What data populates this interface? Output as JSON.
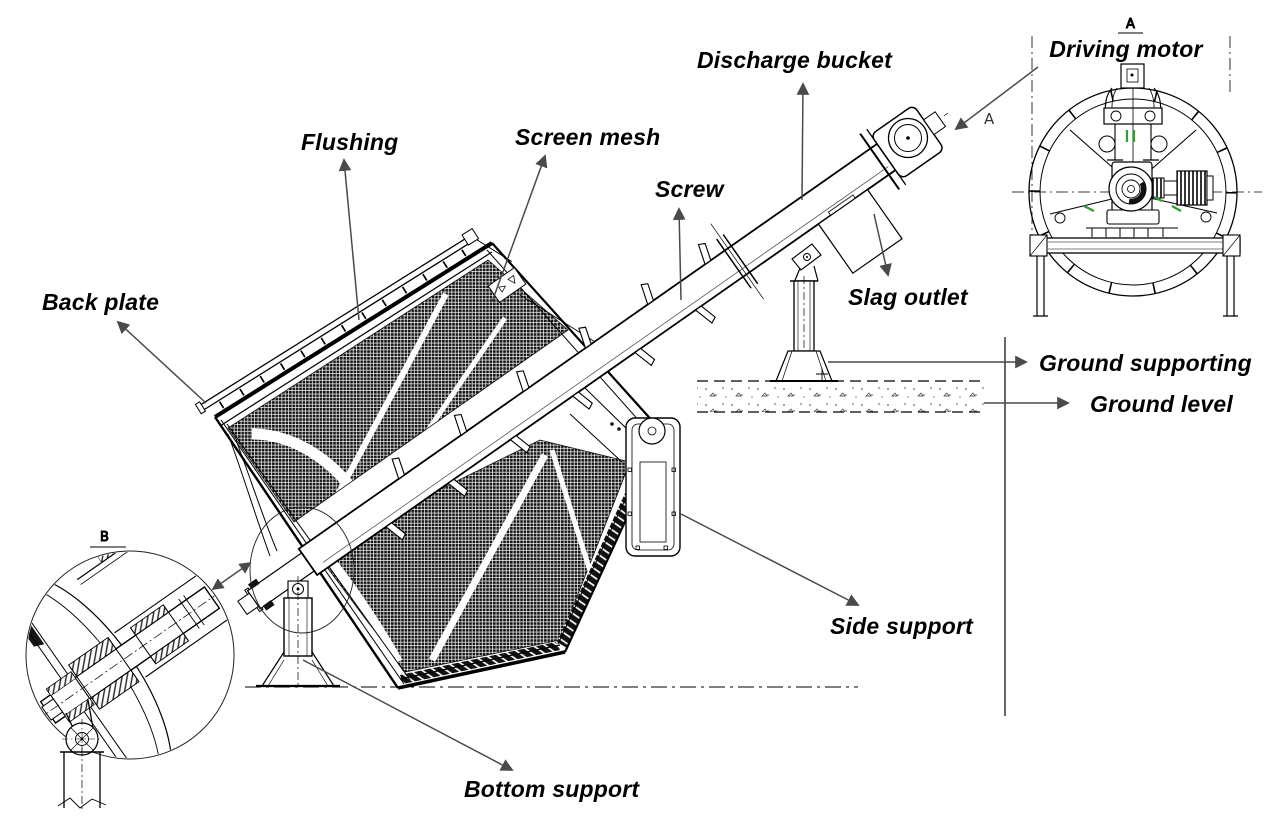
{
  "diagram": {
    "type": "technical-drawing",
    "subject": "rotary drum screen machine side view with section A and detail B",
    "labels": {
      "discharge_bucket": "Discharge bucket",
      "driving_motor": "Driving motor",
      "flushing": "Flushing",
      "screen_mesh": "Screen mesh",
      "screw": "Screw",
      "slag_outlet": "Slag outlet",
      "back_plate": "Back plate",
      "ground_supporting": "Ground supporting",
      "ground_level": "Ground level",
      "side_support": "Side support",
      "bottom_support": "Bottom support"
    },
    "view_markers": {
      "section_a": "A",
      "detail_b": "B",
      "arrow_a": "A"
    },
    "colors": {
      "line": "#000000",
      "leader": "#4a4a4a",
      "accent_green": "#2f9e2f",
      "mesh_dark": "#161616",
      "background": "#ffffff"
    }
  }
}
